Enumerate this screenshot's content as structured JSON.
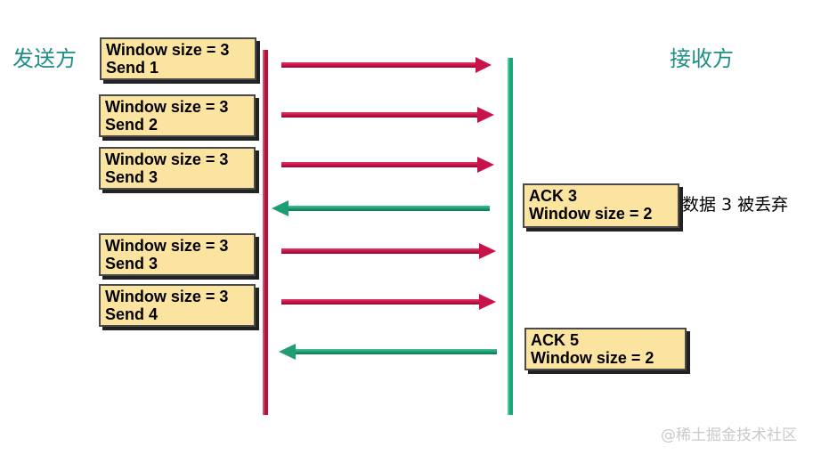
{
  "labels": {
    "sender": "发送方",
    "receiver": "接收方"
  },
  "sender_boxes": [
    {
      "line1": "Window size = 3",
      "line2": "Send 1"
    },
    {
      "line1": "Window size = 3",
      "line2": "Send 2"
    },
    {
      "line1": "Window size = 3",
      "line2": "Send 3"
    },
    {
      "line1": "Window size = 3",
      "line2": "Send 3"
    },
    {
      "line1": "Window size = 3",
      "line2": "Send 4"
    }
  ],
  "receiver_boxes": [
    {
      "line1": "ACK 3",
      "line2": "Window size = 2"
    },
    {
      "line1": "ACK 5",
      "line2": "Window size = 2"
    }
  ],
  "note": "数据 3 被丢弃",
  "watermark": "@稀土掘金技术社区",
  "colors": {
    "sender_line": "#b3133a",
    "receiver_line": "#17a774",
    "send_arrow": "#c8134a",
    "ack_arrow": "#1e9e72",
    "box_fill": "#fbe3a0",
    "label_color": "#1f8f86"
  }
}
